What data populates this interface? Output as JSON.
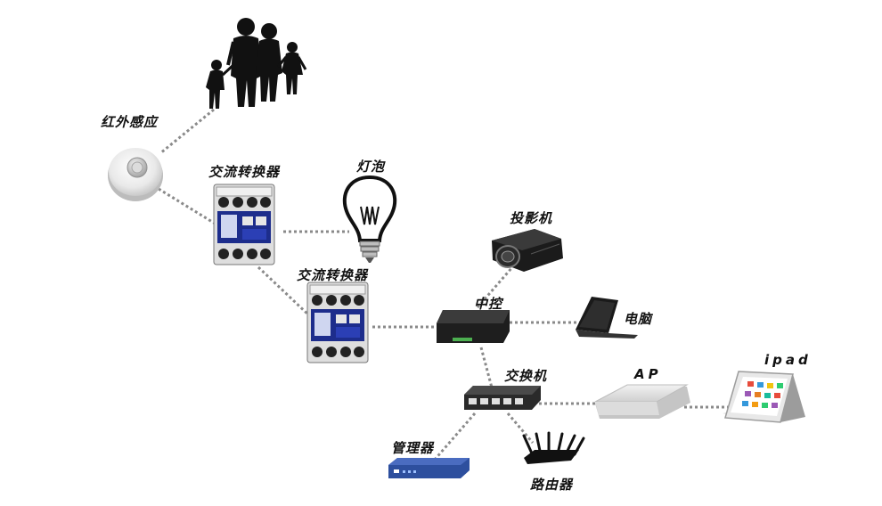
{
  "labels": {
    "infrared": "红外感应",
    "ac_converter_1": "交流转换器",
    "bulb": "灯泡",
    "projector": "投影机",
    "ac_converter_2": "交流转换器",
    "central_control": "中控",
    "computer": "电脑",
    "switch": "交换机",
    "ap": "AP",
    "ipad": "ipad",
    "manager": "管理器",
    "router": "路由器"
  },
  "colors": {
    "connector": "#8a8a8a",
    "converter_blue": "#1d2d8c",
    "device_dark": "#1b1b1b",
    "ap_body": "#e6e6e6",
    "manager_blue": "#2d4f9e"
  }
}
